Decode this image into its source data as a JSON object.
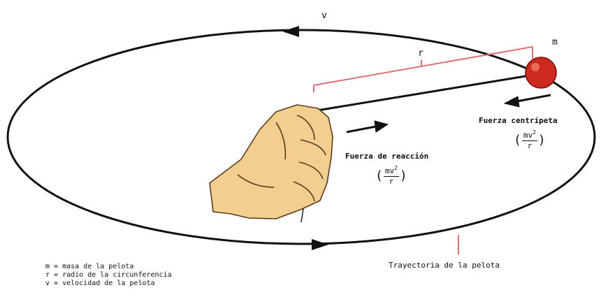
{
  "labels": {
    "v": "v",
    "m": "m",
    "r": "r",
    "centripetal_force": "Fuerza centrípeta",
    "reaction_force": "Fuerza de reacción",
    "trajectory": "Trayectoria de la pelota"
  },
  "formula": {
    "open": "(",
    "numerator_base": "mv",
    "numerator_exp": "2",
    "denominator": "r",
    "close": ")"
  },
  "legend": [
    "m = masa de la pelota",
    "r  = radio de la circunferencia",
    "v  = velocidad de la pelota"
  ],
  "colors": {
    "ball": "#cc2a1e",
    "radius_bracket": "#e07070",
    "ellipse": "#111111",
    "hand": "#f2cf8e"
  }
}
